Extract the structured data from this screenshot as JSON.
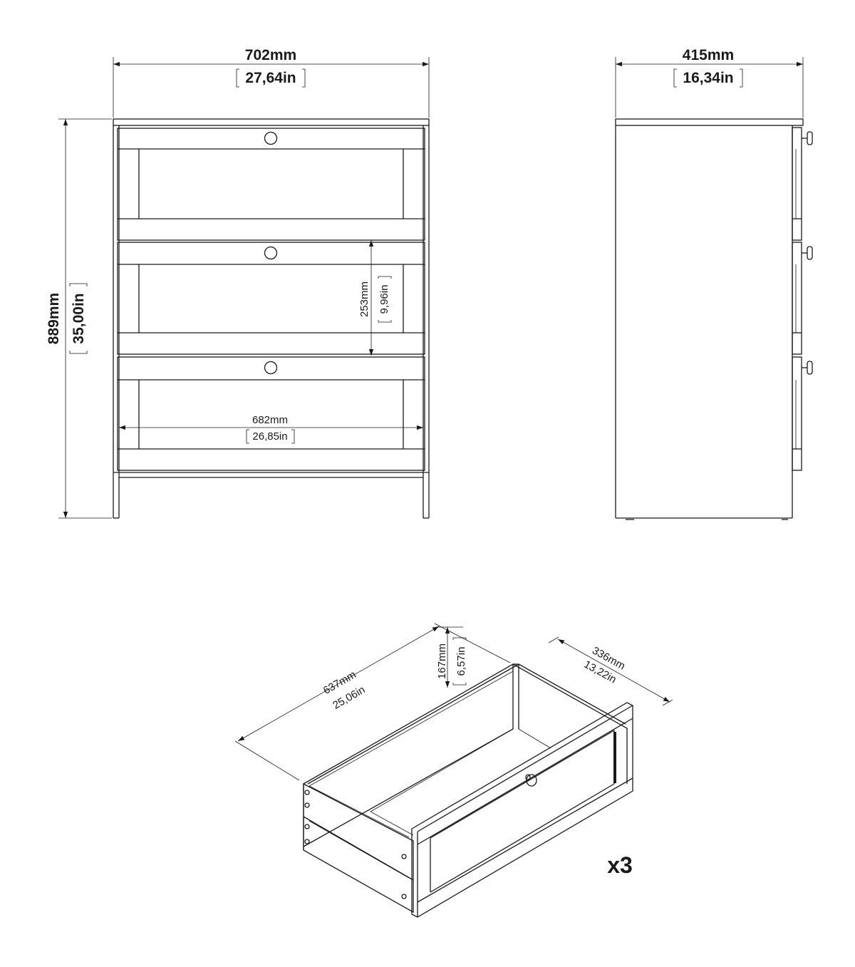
{
  "front_view": {
    "width": {
      "mm": "702mm",
      "inch": "27,64in"
    },
    "height": {
      "mm": "889mm",
      "inch": "35,00in"
    },
    "drawer_height": {
      "mm": "253mm",
      "inch": "9,96in"
    },
    "inner_width": {
      "mm": "682mm",
      "inch": "26,85in"
    }
  },
  "side_view": {
    "depth": {
      "mm": "415mm",
      "inch": "16,34in"
    }
  },
  "drawer": {
    "length": {
      "mm": "637mm",
      "inch": "25,06in"
    },
    "height": {
      "mm": "167mm",
      "inch": "6,57in"
    },
    "depth": {
      "mm": "336mm",
      "inch": "13,22in"
    },
    "quantity": "x3"
  }
}
